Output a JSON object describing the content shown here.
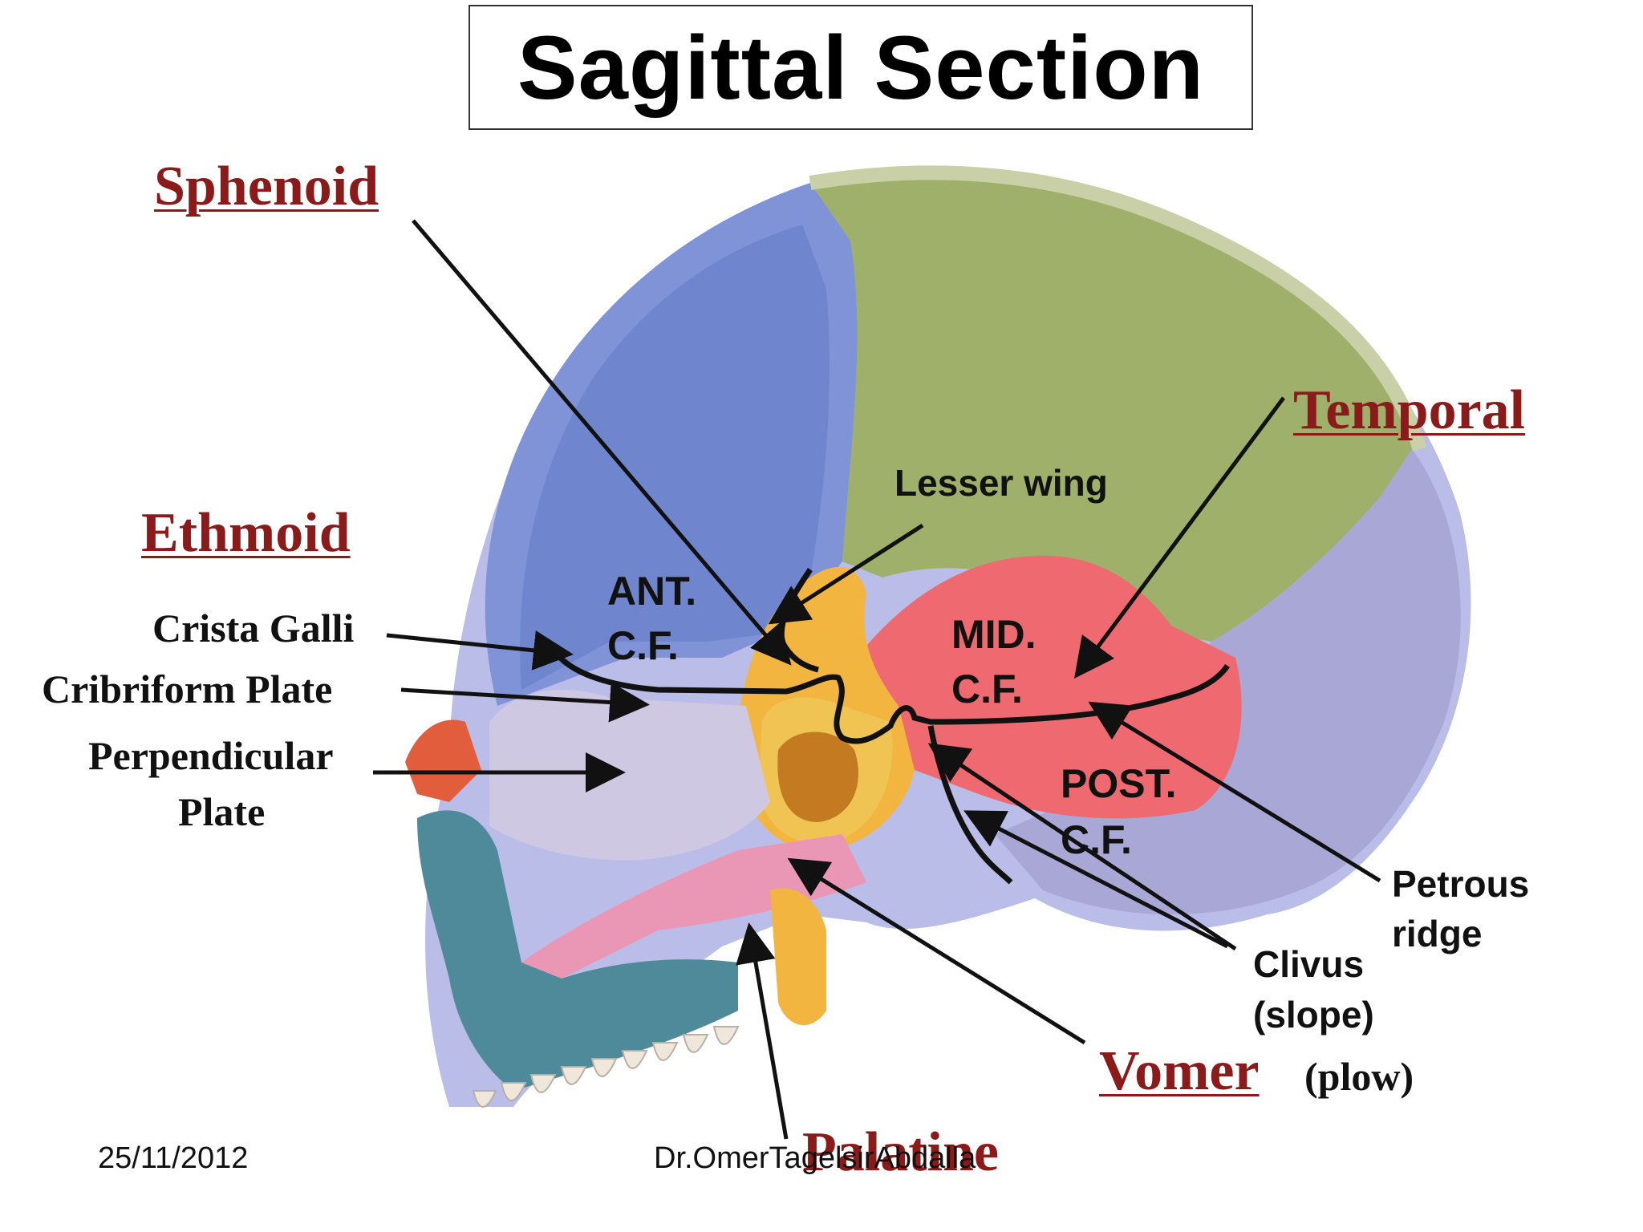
{
  "title": "Sagittal Section",
  "bones": {
    "sphenoid": "Sphenoid",
    "temporal": "Temporal",
    "ethmoid": "Ethmoid",
    "vomer": "Vomer",
    "vomer_note": "(plow)",
    "palatine": "Palatine"
  },
  "ethmoid_parts": {
    "crista_galli": "Crista Galli",
    "cribriform": "Cribriform Plate",
    "perpendicular_1": "Perpendicular",
    "perpendicular_2": "Plate"
  },
  "fossae": {
    "ant_1": "ANT.",
    "ant_2": "C.F.",
    "mid_1": "MID.",
    "mid_2": "C.F.",
    "post_1": "POST.",
    "post_2": "C.F."
  },
  "features": {
    "lesser_wing": "Lesser wing",
    "petrous_1": "Petrous",
    "petrous_2": "ridge",
    "clivus_1": "Clivus",
    "clivus_2": "(slope)"
  },
  "footer": {
    "date": "25/11/2012",
    "author": "Dr.OmerTagelsirAbdalla"
  },
  "colors": {
    "label_red": "#8b1a1a",
    "frontal_blue": "#7f93d6",
    "parietal_green": "#9eb06a",
    "sphenoid_orange": "#f2b640",
    "temporal_red": "#ee6a70",
    "occipital_lilac": "#a9a7d6",
    "vomer_pink": "#ea97b5"
  }
}
